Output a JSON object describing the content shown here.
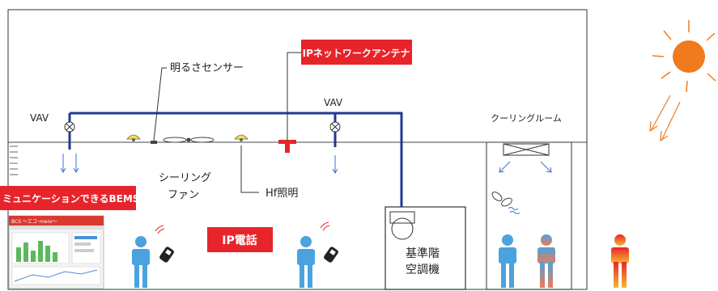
{
  "labels": {
    "brightness_sensor": "明るさセンサー",
    "ip_antenna": "IPネットワークアンテナ",
    "vav_left": "VAV",
    "vav_right": "VAV",
    "cooling_room": "クーリングルーム",
    "ceiling_fan_1": "シーリング",
    "ceiling_fan_2": "ファン",
    "hf_lighting": "Hf照明",
    "bems": "ミュニケーションできるBEMS",
    "ip_phone": "IP電話",
    "ahu_1": "基準階",
    "ahu_2": "空調機"
  },
  "colors": {
    "accent_red": "#e8242b",
    "duct_blue": "#1f3a93",
    "sun_orange": "#f07a1e",
    "person_blue": "#4aa3df",
    "person_hot": "#f04a1a"
  },
  "icons": {
    "sun": "sun-icon",
    "radio_waves": "signal-waves-icon",
    "mobile_phone": "mobile-phone-icon",
    "person": "person-icon"
  },
  "screen_thumbnail": {
    "header_text": "BCS ～エコ･mero～"
  }
}
